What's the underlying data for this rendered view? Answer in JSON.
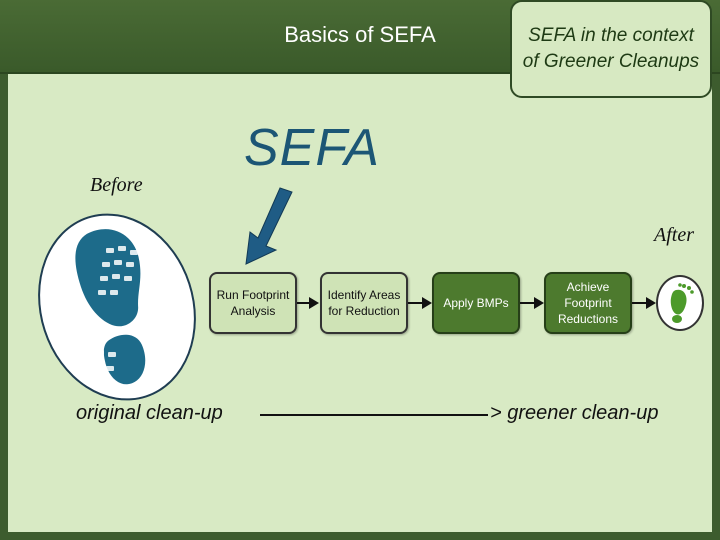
{
  "header": {
    "title": "Basics of SEFA",
    "tab_text": "SEFA in the context of Greener Cleanups"
  },
  "diagram": {
    "main_title": "SEFA",
    "before_label": "Before",
    "after_label": "After",
    "steps": [
      {
        "label": "Run Footprint Analysis"
      },
      {
        "label": "Identify Areas for Reduction"
      },
      {
        "label": "Apply BMPs"
      },
      {
        "label": "Achieve Footprint Reductions"
      }
    ],
    "bottom_left": "original clean-up",
    "bottom_right": "> greener clean-up",
    "icons": [
      "boot-footprint-icon",
      "down-arrow-icon",
      "green-footprint-icon"
    ]
  },
  "colors": {
    "frame": "#3d5c2e",
    "panel": "#d8eac4",
    "accent_blue": "#1c5675",
    "dark_step": "#4d7a2e",
    "light_step": "#cfe3b6"
  }
}
